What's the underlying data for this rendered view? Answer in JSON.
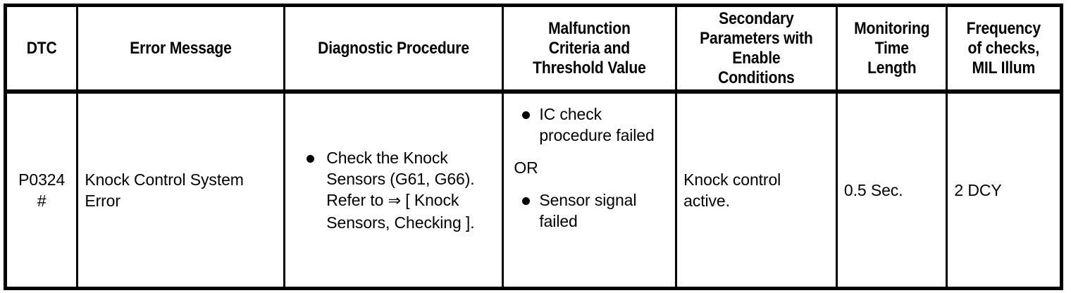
{
  "table": {
    "columns": [
      {
        "key": "dtc",
        "header": "DTC"
      },
      {
        "key": "error",
        "header": "Error Message"
      },
      {
        "key": "diagnostic",
        "header": "Diagnostic Procedure"
      },
      {
        "key": "malfunction",
        "header": "Malfunction\nCriteria and\nThreshold Value"
      },
      {
        "key": "secondary",
        "header": "Secondary\nParameters with\nEnable\nConditions"
      },
      {
        "key": "monitoring",
        "header": "Monitoring\nTime\nLength"
      },
      {
        "key": "frequency",
        "header": "Frequency\nof checks,\nMIL Illum"
      }
    ],
    "rows": [
      {
        "dtc": "P0324\n#",
        "error": "Knock Control System\nError",
        "diagnostic_bullets": [
          "Check the Knock Sensors (G61, G66). Refer to ⇒ [ Knock Sensors, Checking ]."
        ],
        "diagnostic_b1_part1": "Check the Knock Sensors (G61, G66). Refer to ",
        "diagnostic_b1_arrow": "⇒",
        "diagnostic_b1_part2": " [ Knock Sensors, Checking ].",
        "malfunction_bullet_1": "IC check procedure failed",
        "malfunction_or": "OR",
        "malfunction_bullet_2": "Sensor signal failed",
        "secondary": "Knock control\nactive.",
        "monitoring": "0.5 Sec.",
        "frequency": "2 DCY"
      }
    ]
  },
  "colors": {
    "border": "#000000",
    "text": "#000000",
    "background": "#ffffff"
  }
}
